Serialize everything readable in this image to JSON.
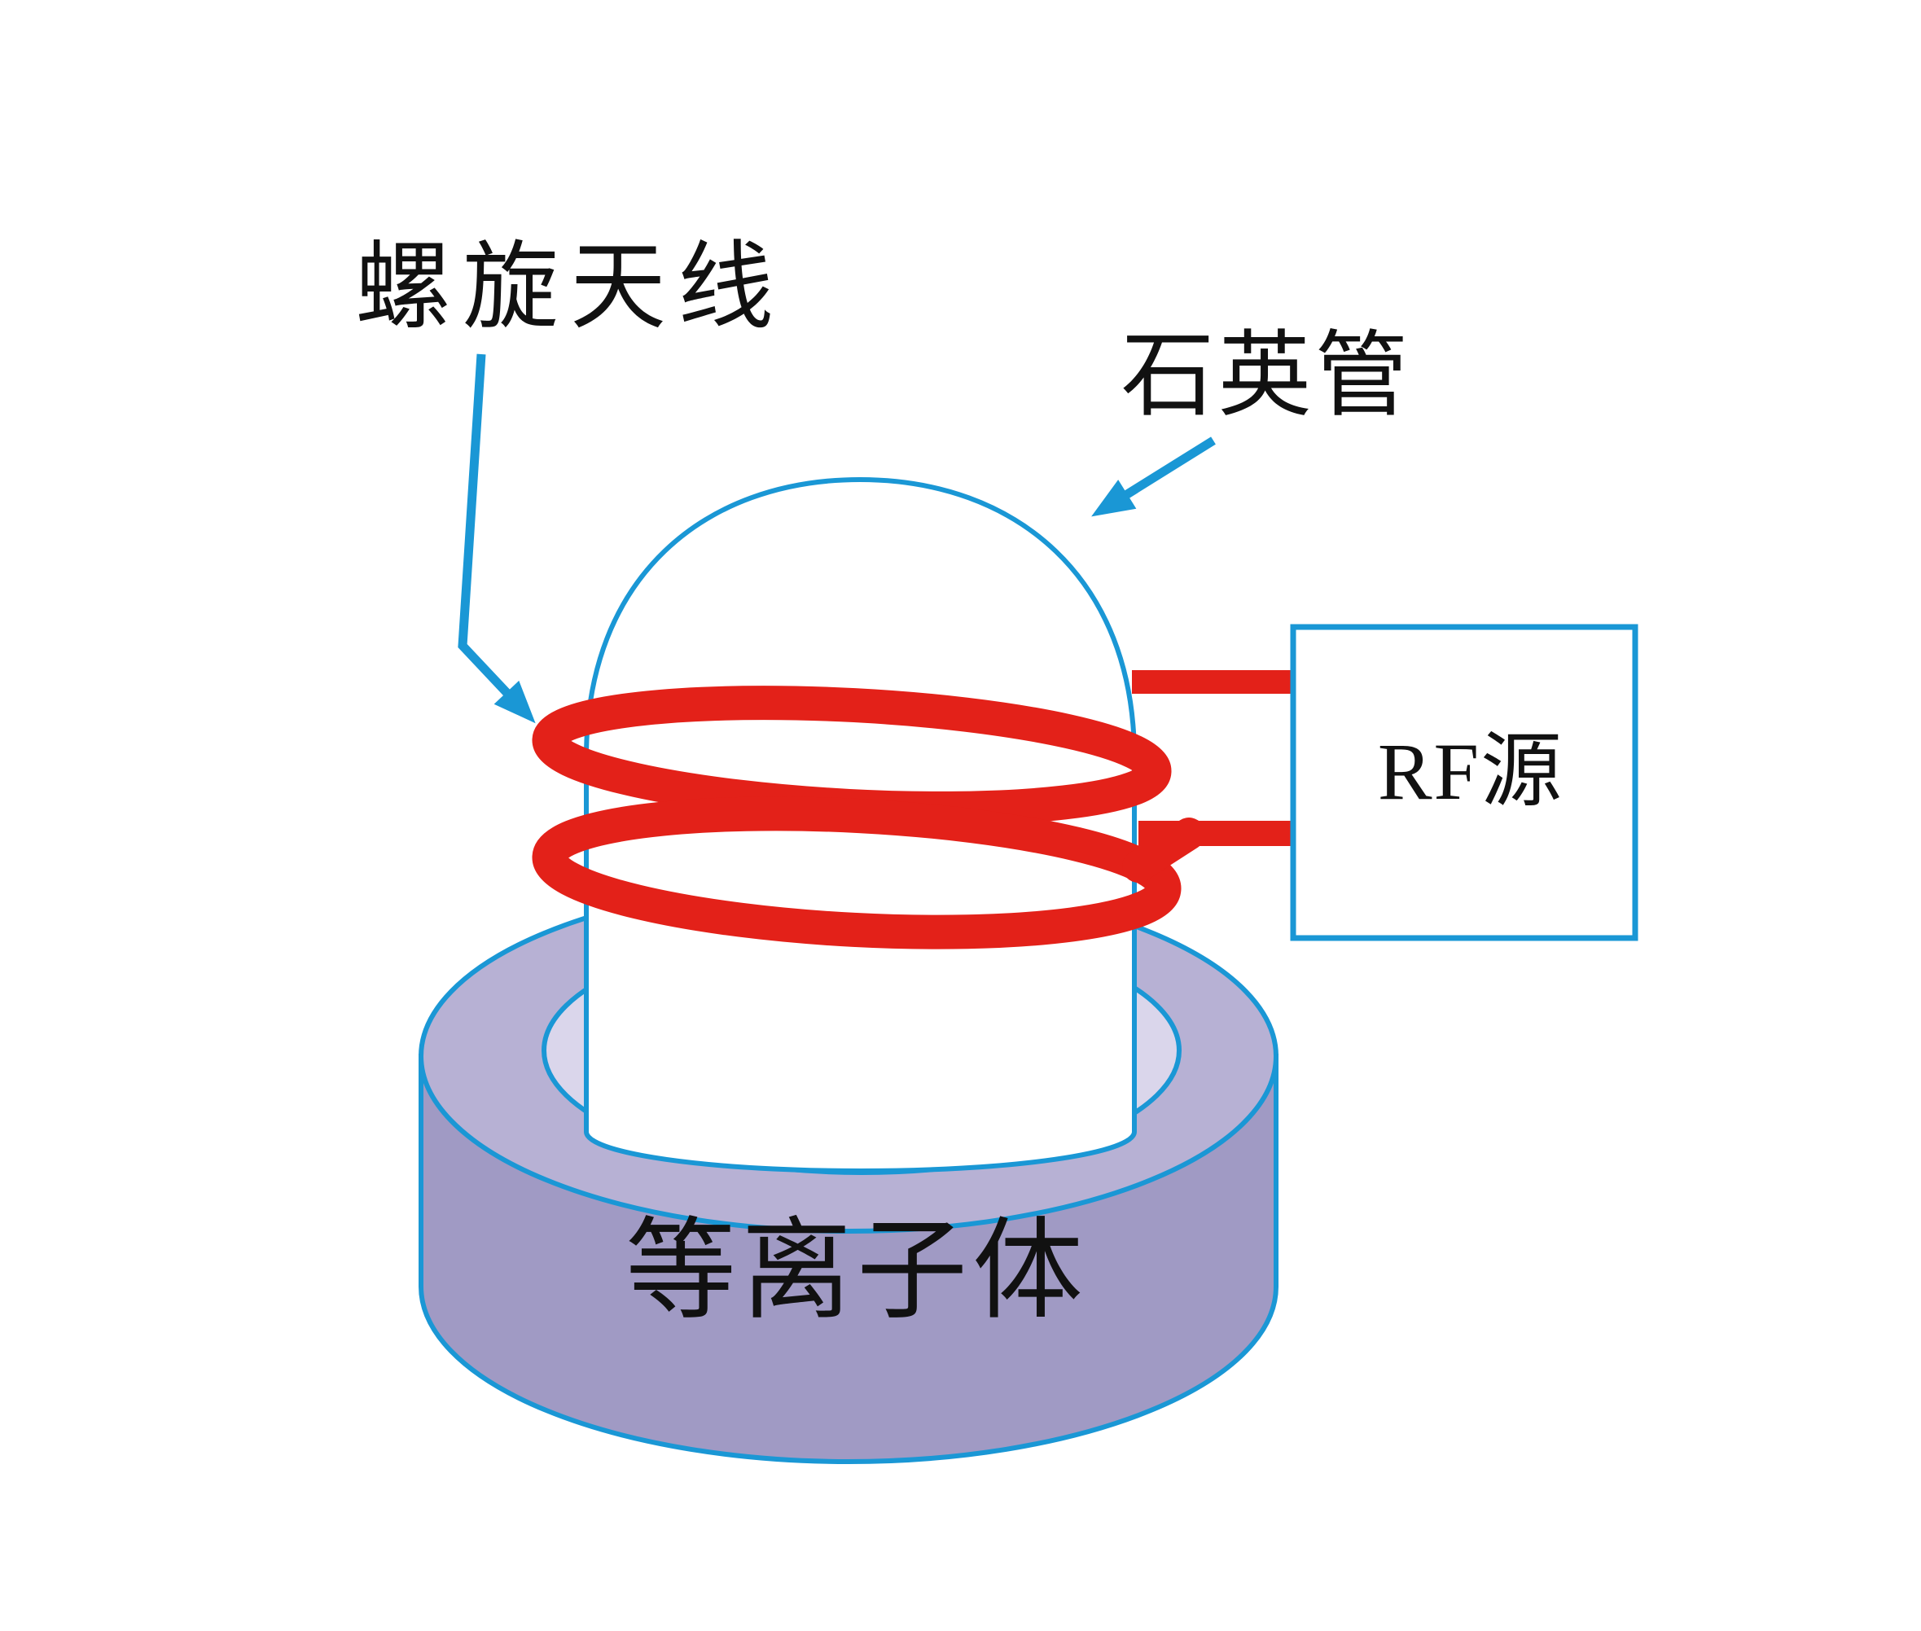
{
  "diagram": {
    "title_context": "helicon / ICP plasma source schematic",
    "labels": {
      "antenna": "螺旋天线",
      "quartz_tube": "石英管",
      "rf_source": "RF源",
      "plasma": "等离子体"
    },
    "colors": {
      "background": "#ffffff",
      "outline_blue": "#1a97d5",
      "coil_red": "#e32119",
      "cylinder_side": "#a09ac4",
      "cylinder_top": "#b7b1d4",
      "cylinder_inner_ring": "#dad6eb",
      "text_black": "#111111"
    }
  }
}
